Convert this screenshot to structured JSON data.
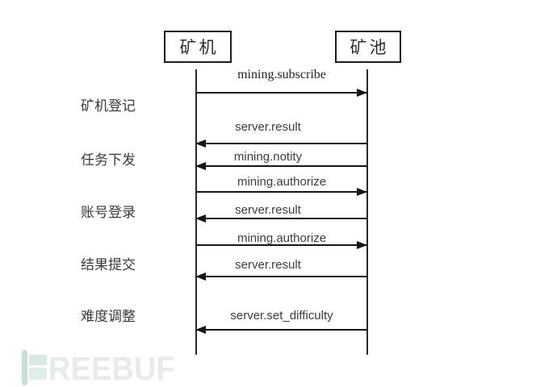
{
  "diagram": {
    "actors": [
      {
        "label": "矿机"
      },
      {
        "label": "矿池"
      }
    ],
    "phases": [
      {
        "label": "矿机登记"
      },
      {
        "label": "任务下发"
      },
      {
        "label": "账号登录"
      },
      {
        "label": "结果提交"
      },
      {
        "label": "难度调整"
      }
    ],
    "messages": [
      {
        "label": "mining.subscribe",
        "direction": "right"
      },
      {
        "label": "server.result",
        "direction": "left"
      },
      {
        "label": "mining.notity",
        "direction": "left"
      },
      {
        "label": "mining.authorize",
        "direction": "right"
      },
      {
        "label": "server.result",
        "direction": "left"
      },
      {
        "label": "mining.authorize",
        "direction": "right"
      },
      {
        "label": "server.result",
        "direction": "left"
      },
      {
        "label": "server.set_difficulty",
        "direction": "left"
      }
    ]
  },
  "watermark": {
    "text": "REEBUF"
  },
  "colors": {
    "background": "#ffffff",
    "line": "#161616",
    "message_text": "#3d3d3d",
    "phase_text": "#3a3a3a",
    "watermark_bar": "#c9ded8",
    "watermark_block": "#dce9e5",
    "watermark_text": "#e7ebe9"
  }
}
